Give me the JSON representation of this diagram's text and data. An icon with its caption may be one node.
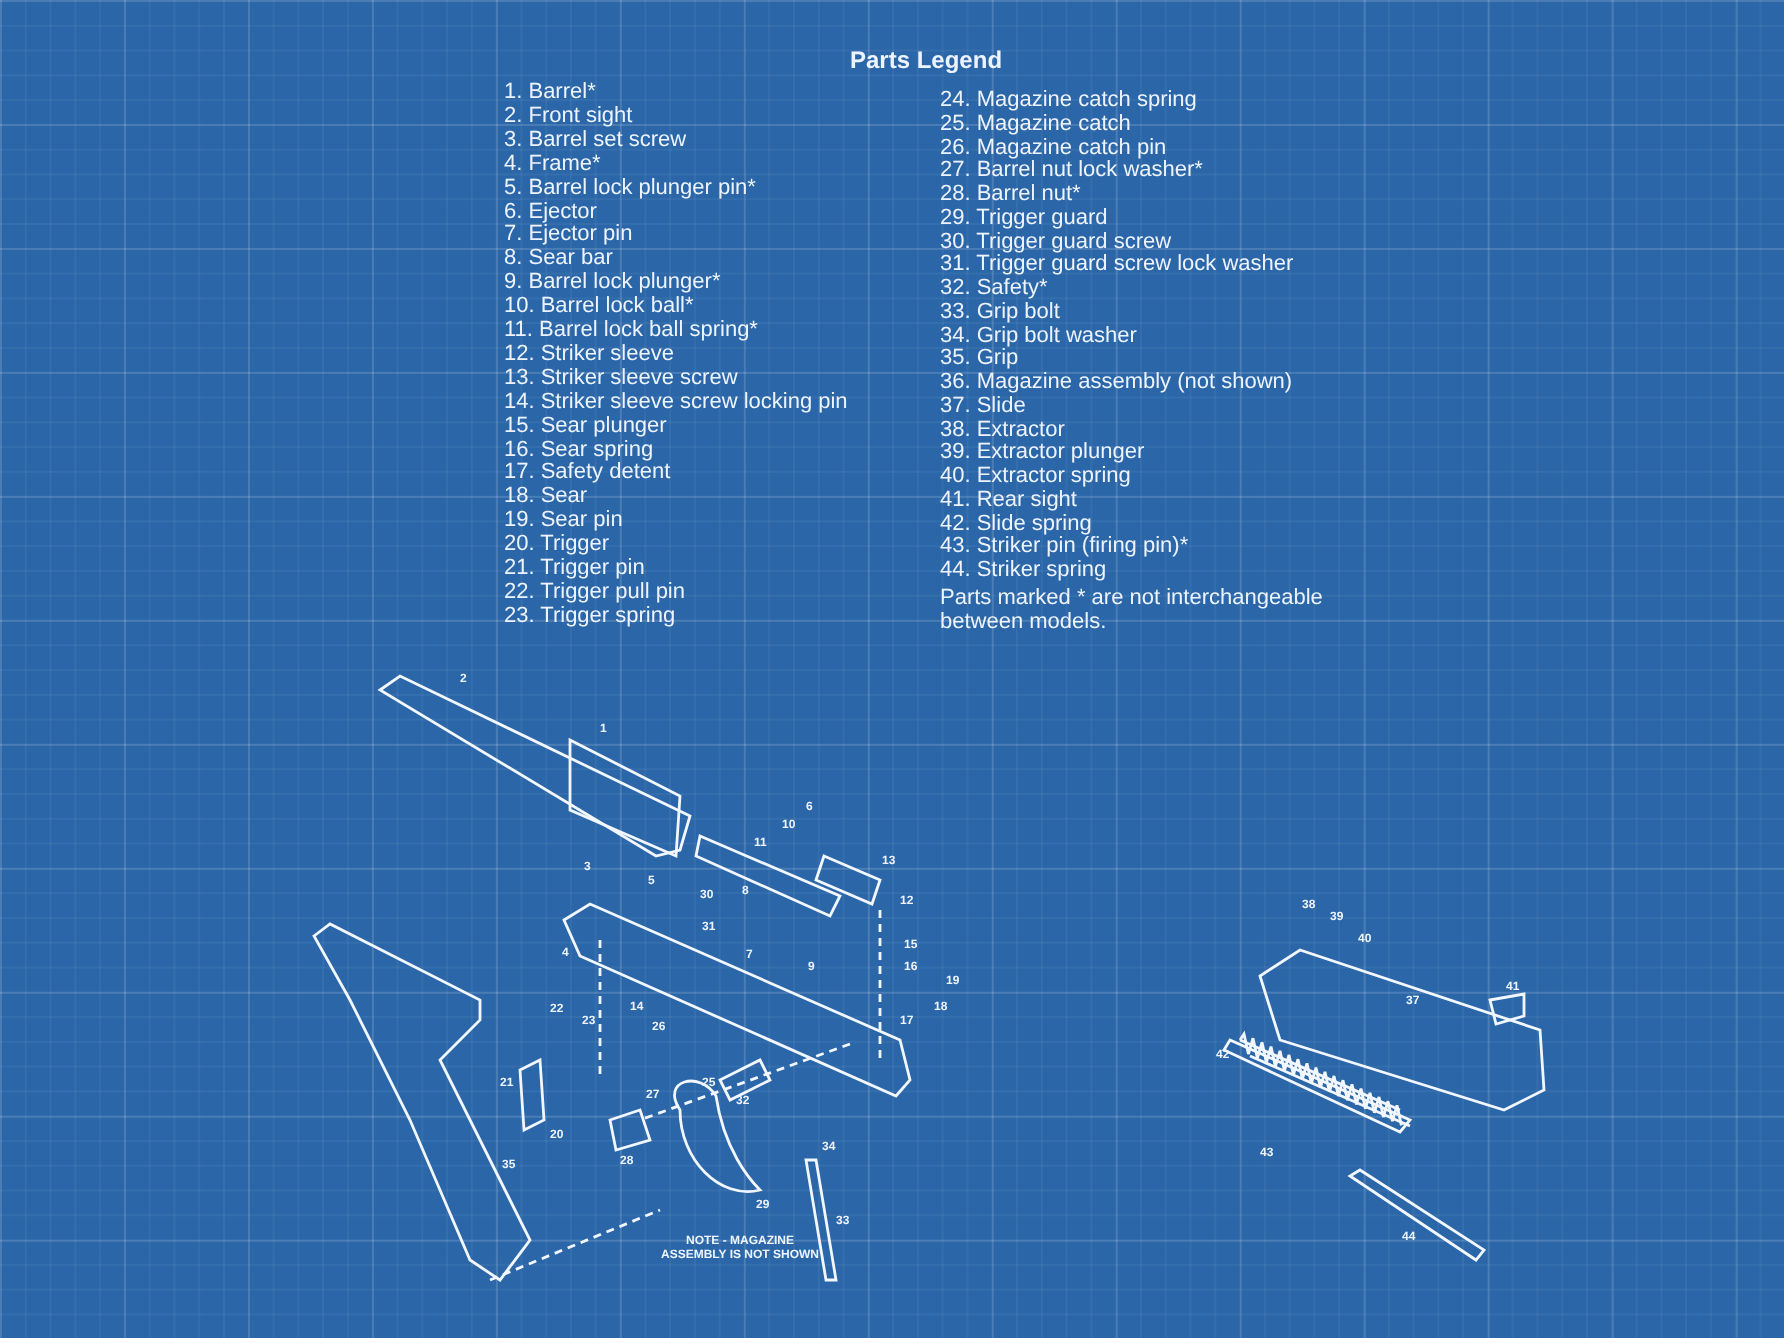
{
  "diagram": {
    "title": "Parts Legend",
    "labels": [
      "1. Barrel*",
      "2. Front sight",
      "3. Barrel set screw",
      "4. Frame*",
      "5. Barrel lock plunger pin*",
      "6. Ejector",
      "7. Ejector pin",
      "8. Sear bar",
      "9. Barrel lock plunger*",
      "10. Barrel lock ball*",
      "11. Barrel lock ball spring*",
      "12. Striker sleeve",
      "13. Striker sleeve screw",
      "14. Striker sleeve screw locking pin",
      "15. Sear plunger",
      "16. Sear spring",
      "17. Safety detent",
      "18. Sear",
      "19. Sear pin",
      "20. Trigger",
      "21. Trigger pin",
      "22. Trigger pull pin",
      "23. Trigger spring",
      "24. Magazine catch spring",
      "25. Magazine catch",
      "26. Magazine catch pin",
      "27. Barrel nut lock washer*",
      "28. Barrel nut*",
      "29. Trigger guard",
      "30. Trigger guard screw",
      "31. Trigger guard screw lock washer",
      "32. Safety*",
      "33. Grip bolt",
      "34. Grip bolt washer",
      "35. Grip",
      "36. Magazine assembly (not shown)",
      "37. Slide",
      "38. Extractor",
      "39. Extractor plunger",
      "40. Extractor spring",
      "41. Rear sight",
      "42. Slide spring",
      "43. Striker pin (firing pin)*",
      "44. Striker spring",
      "Parts marked * are not interchangeable between models.",
      "NOTE - MAGAZINE ASSEMBLY IS NOT SHOWN",
      "2",
      "1",
      "6",
      "10",
      "11",
      "13",
      "3",
      "5",
      "8",
      "30",
      "12",
      "31",
      "15",
      "4",
      "7",
      "9",
      "16",
      "19",
      "22",
      "14",
      "18",
      "23",
      "17",
      "26",
      "21",
      "25",
      "27",
      "32",
      "20",
      "34",
      "28",
      "35",
      "29",
      "33",
      "38",
      "39",
      "40",
      "41",
      "37",
      "42",
      "43",
      "44"
    ]
  }
}
